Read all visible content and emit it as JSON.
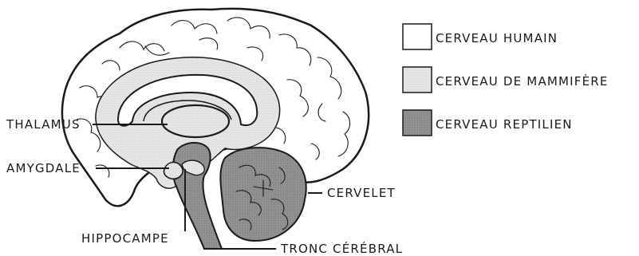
{
  "legend": {
    "items": [
      {
        "label": "CERVEAU HUMAIN",
        "color": "#ffffff"
      },
      {
        "label": "CERVEAU DE MAMMIFÈRE",
        "color": "#e3e3e3"
      },
      {
        "label": "CERVEAU REPTILIEN",
        "color": "#8f8f8f"
      }
    ]
  },
  "labels": {
    "thalamus": "THALAMUS",
    "amygdale": "AMYGDALE",
    "hippocampe": "HIPPOCAMPE",
    "tronc": "TRONC CÉRÉBRAL",
    "cervelet": "CERVELET"
  }
}
